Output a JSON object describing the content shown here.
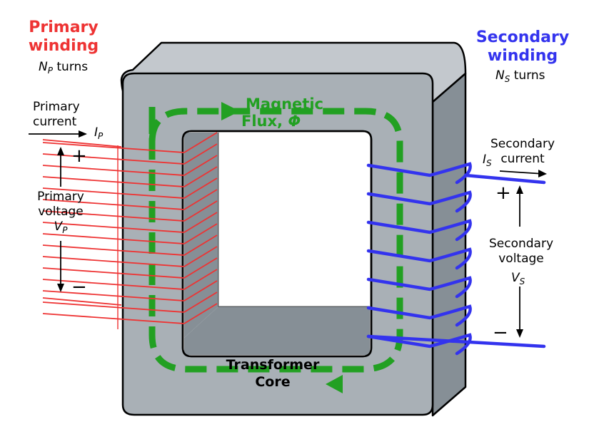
{
  "primary": {
    "title_line1": "Primary",
    "title_line2": "winding",
    "turns_symbol": "N",
    "turns_sub": "P",
    "turns_word": "turns",
    "current_line1": "Primary",
    "current_line2": "current",
    "current_symbol": "I",
    "current_sub": "P",
    "voltage_line1": "Primary",
    "voltage_line2": "voltage",
    "voltage_symbol": "V",
    "voltage_sub": "P",
    "plus": "+",
    "minus": "−",
    "color": "#ee3333"
  },
  "secondary": {
    "title_line1": "Secondary",
    "title_line2": "winding",
    "turns_symbol": "N",
    "turns_sub": "S",
    "turns_word": "turns",
    "current_line1": "Secondary",
    "current_line2": "current",
    "current_symbol": "I",
    "current_sub": "S",
    "voltage_line1": "Secondary",
    "voltage_line2": "voltage",
    "voltage_symbol": "V",
    "voltage_sub": "S",
    "plus": "+",
    "minus": "−",
    "color": "#3333ee"
  },
  "flux": {
    "line1": "Magnetic",
    "line2": "Flux,",
    "symbol": "Φ",
    "color": "#22a022"
  },
  "core": {
    "line1": "Transformer",
    "line2": "Core",
    "front_color": "#a9b0b6",
    "side_color": "#868f96",
    "top_color": "#c3c8cd"
  }
}
